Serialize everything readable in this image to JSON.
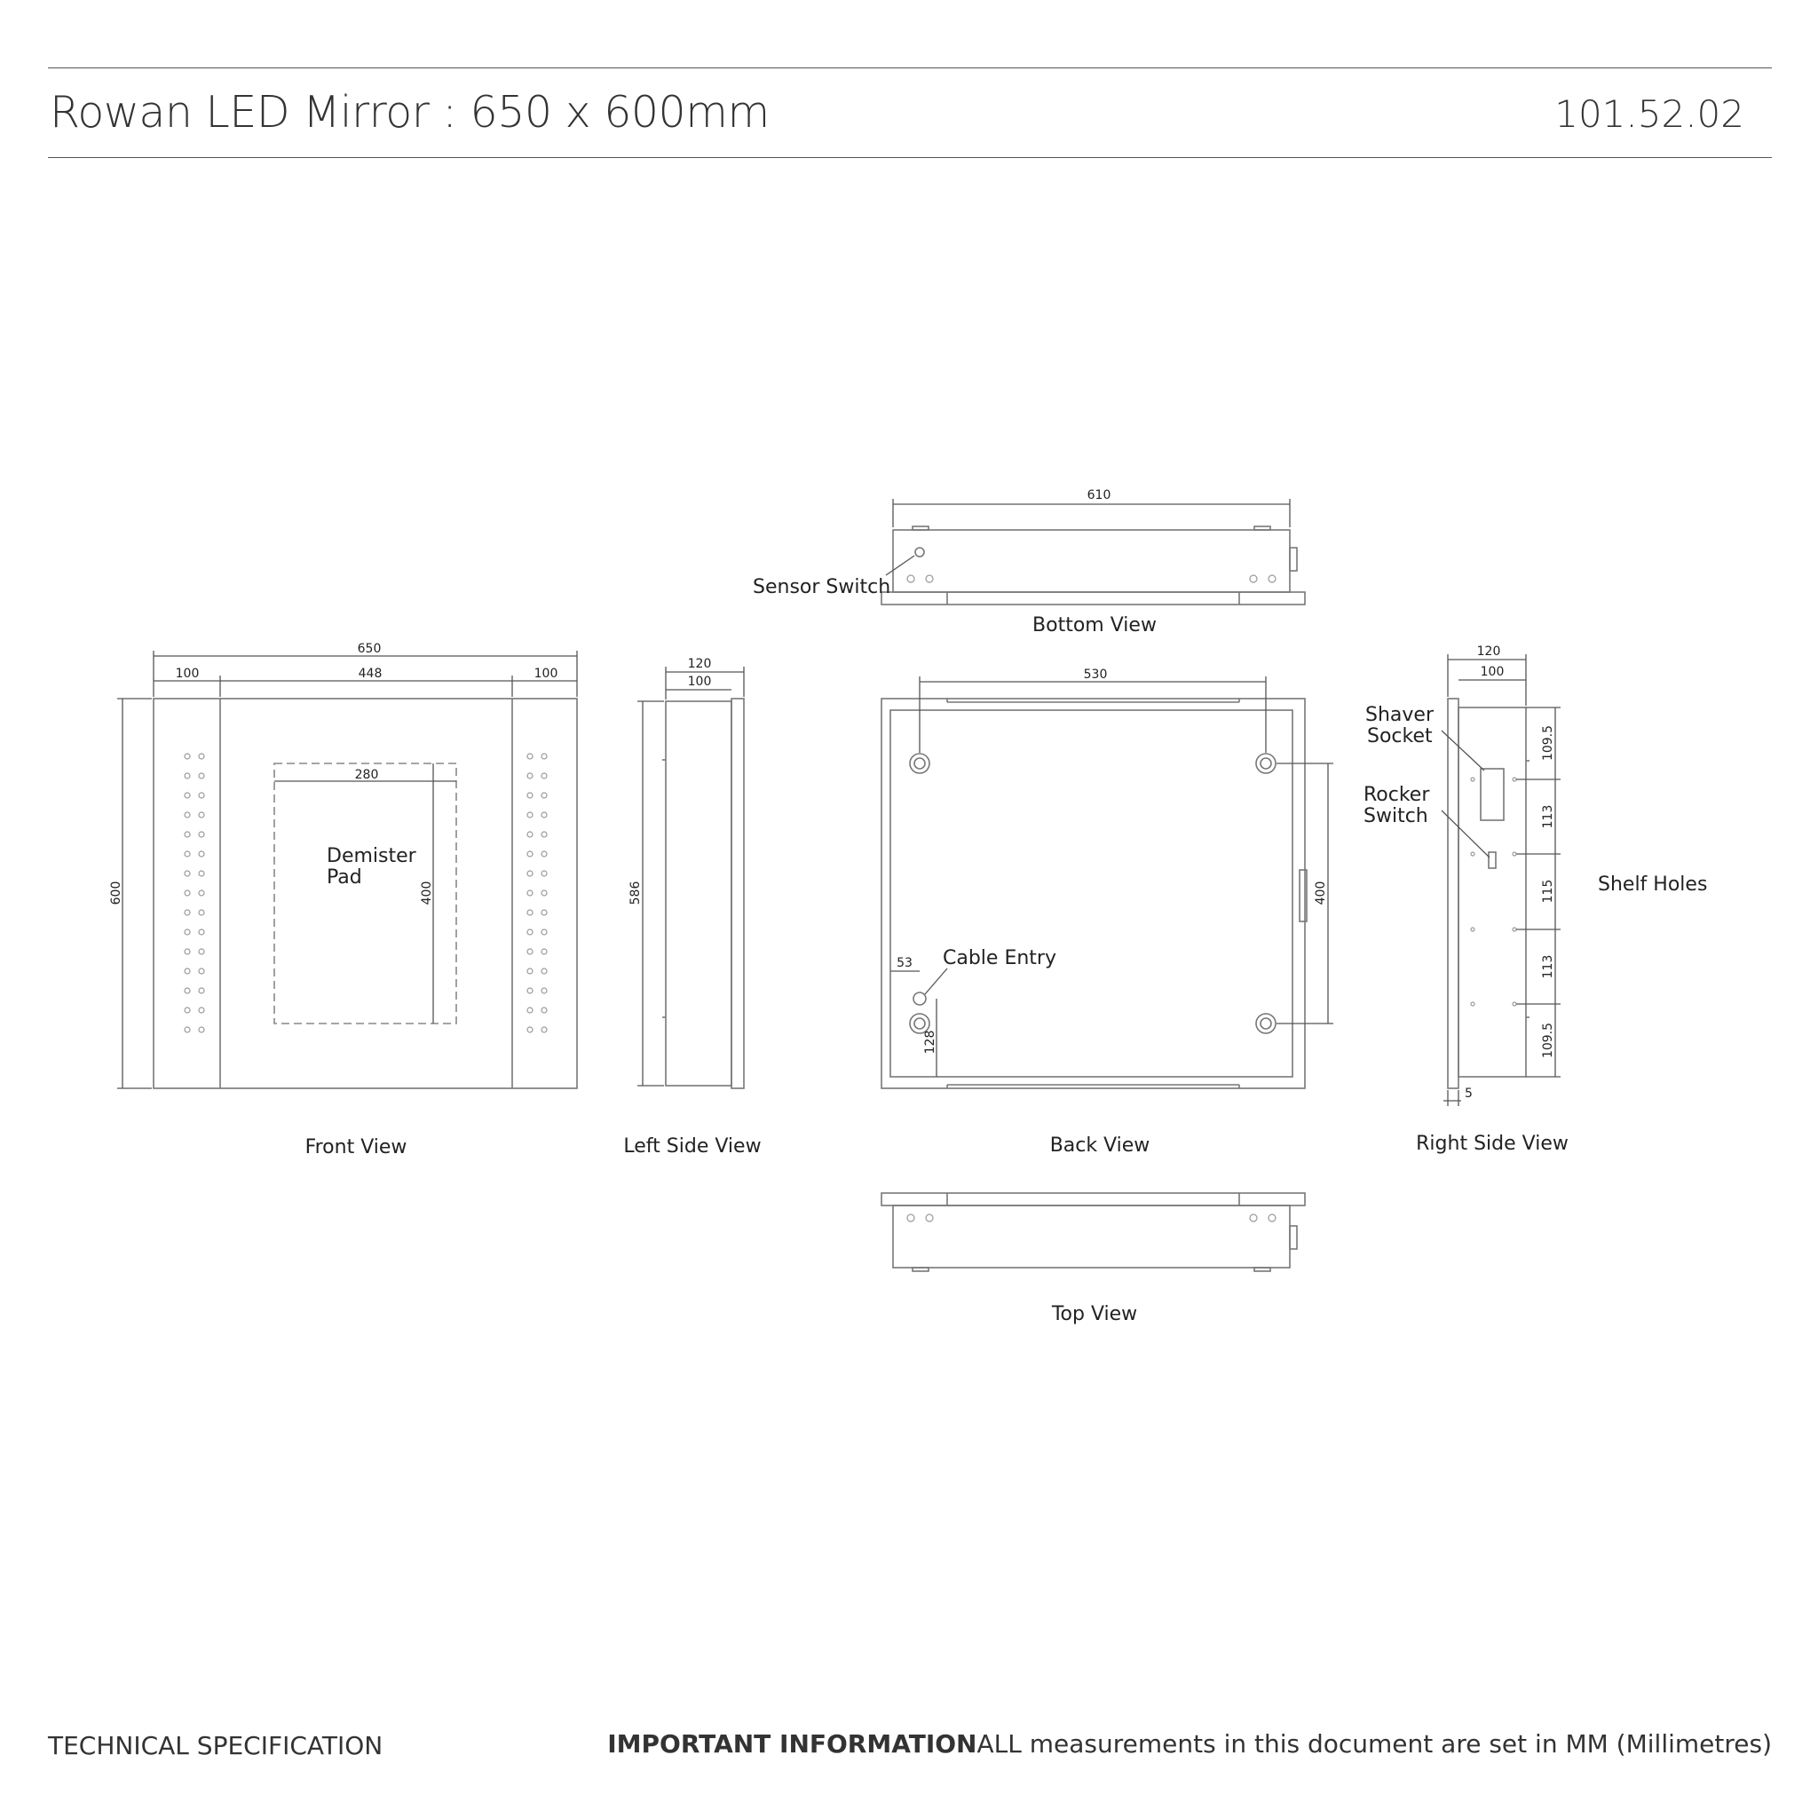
{
  "header": {
    "title": "Rowan LED Mirror : 650 x 600mm",
    "product_code": "101.52.02"
  },
  "footer": {
    "left": "TECHNICAL SPECIFICATION",
    "important_label": "IMPORTANT INFORMATION",
    "important_text": "ALL measurements in this document are set in MM (Millimetres)"
  },
  "views": {
    "front": "Front View",
    "left_side": "Left Side View",
    "back": "Back View",
    "right_side": "Right Side View",
    "bottom": "Bottom View",
    "top": "Top View"
  },
  "callouts": {
    "sensor_switch": "Sensor Switch",
    "demister_line1": "Demister",
    "demister_line2": "Pad",
    "cable_entry": "Cable Entry",
    "shaver_line1": "Shaver",
    "shaver_line2": "Socket",
    "rocker_line1": "Rocker",
    "rocker_line2": "Switch",
    "shelf_holes": "Shelf Holes"
  },
  "dimensions": {
    "front_width": "650",
    "front_side_left": "100",
    "front_centre": "448",
    "front_side_right": "100",
    "front_height": "600",
    "demister_width": "280",
    "demister_height": "400",
    "left_depth_outer": "120",
    "left_depth_inner": "100",
    "left_height": "586",
    "bottom_width": "610",
    "back_width": "530",
    "back_height": "400",
    "back_cable_x": "53",
    "back_cable_y": "128",
    "right_depth_outer": "120",
    "right_depth_inner": "100",
    "right_s1": "109.5",
    "right_s2": "113",
    "right_s3": "115",
    "right_s4": "113",
    "right_s5": "109.5",
    "right_glass": "5"
  }
}
